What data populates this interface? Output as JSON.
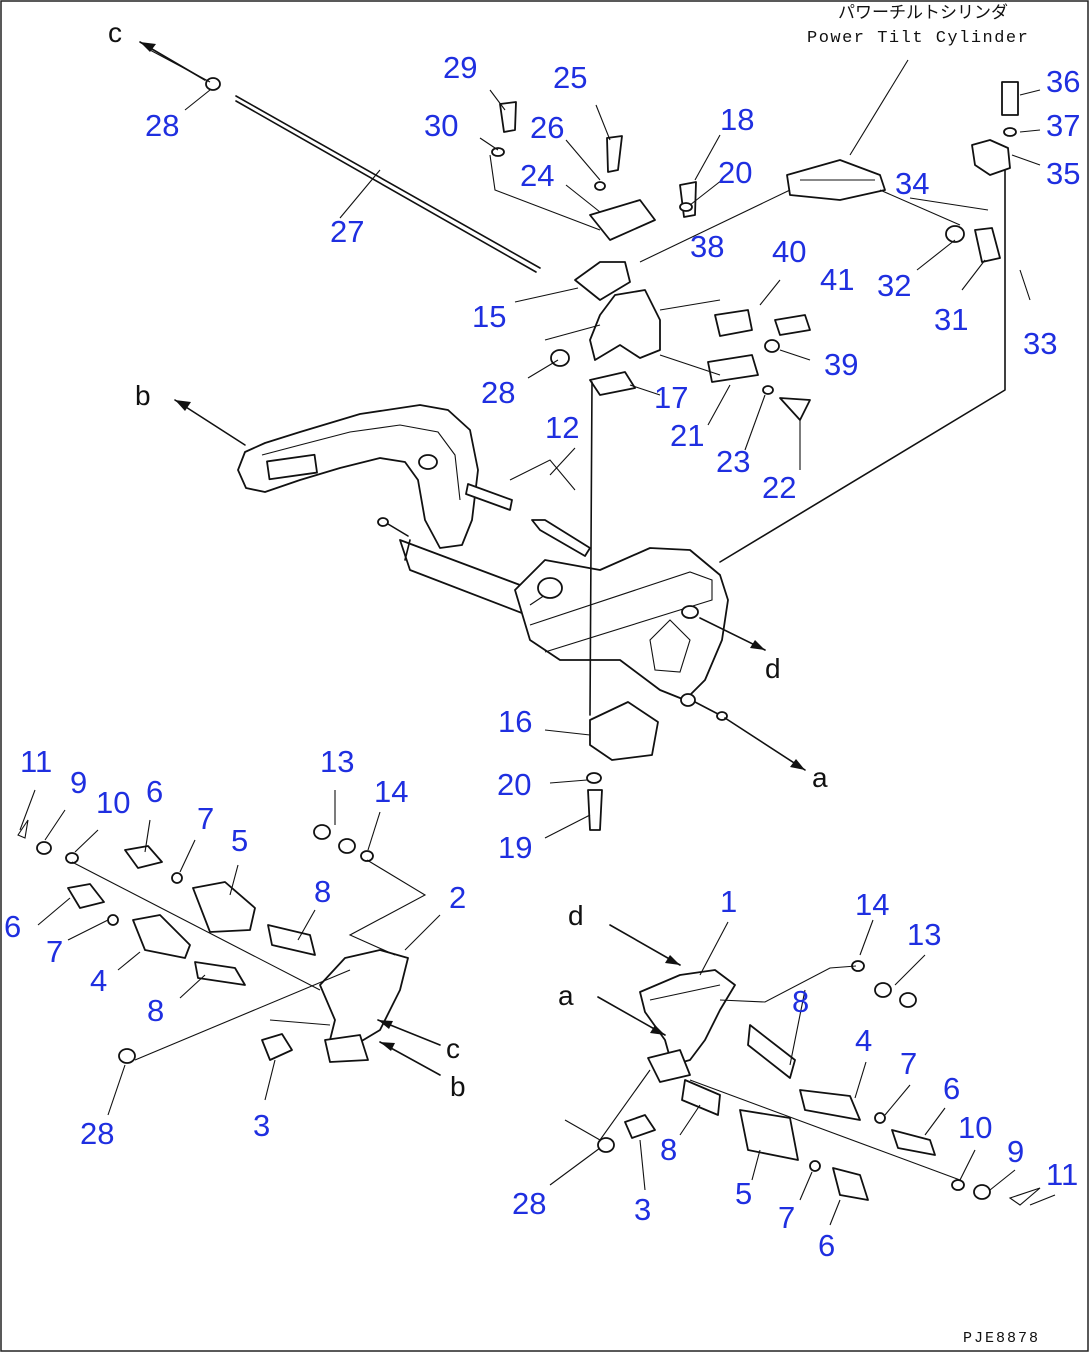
{
  "header": {
    "title_jp": "パワーチルトシリンダ",
    "title_en": "Power Tilt Cylinder"
  },
  "footer": {
    "drawing_code": "PJE8878"
  },
  "letters": {
    "a": "a",
    "b": "b",
    "c": "c",
    "d": "d"
  },
  "callouts": {
    "c29": "29",
    "c25": "25",
    "c36": "36",
    "c28a": "28",
    "c30": "30",
    "c26": "26",
    "c18": "18",
    "c37": "37",
    "c35": "35",
    "c24": "24",
    "c20a": "20",
    "c34": "34",
    "c27": "27",
    "c38": "38",
    "c40": "40",
    "c41": "41",
    "c32": "32",
    "c31": "31",
    "c33": "33",
    "c15": "15",
    "c39": "39",
    "c28b": "28",
    "c17": "17",
    "c12": "12",
    "c21": "21",
    "c23": "23",
    "c22": "22",
    "c16": "16",
    "c20b": "20",
    "c19": "19",
    "l11": "11",
    "l9": "9",
    "l10": "10",
    "l6a": "6",
    "l7a": "7",
    "l5": "5",
    "l13": "13",
    "l14": "14",
    "l2": "2",
    "l6b": "6",
    "l7b": "7",
    "l8a": "8",
    "l4": "4",
    "l8b": "8",
    "l3": "3",
    "l28": "28",
    "r1": "1",
    "r14": "14",
    "r13": "13",
    "r8a": "8",
    "r4": "4",
    "r7a": "7",
    "r6a": "6",
    "r10": "10",
    "r9": "9",
    "r11": "11",
    "r8b": "8",
    "r5": "5",
    "r28": "28",
    "r3": "3",
    "r7b": "7",
    "r6b": "6"
  }
}
